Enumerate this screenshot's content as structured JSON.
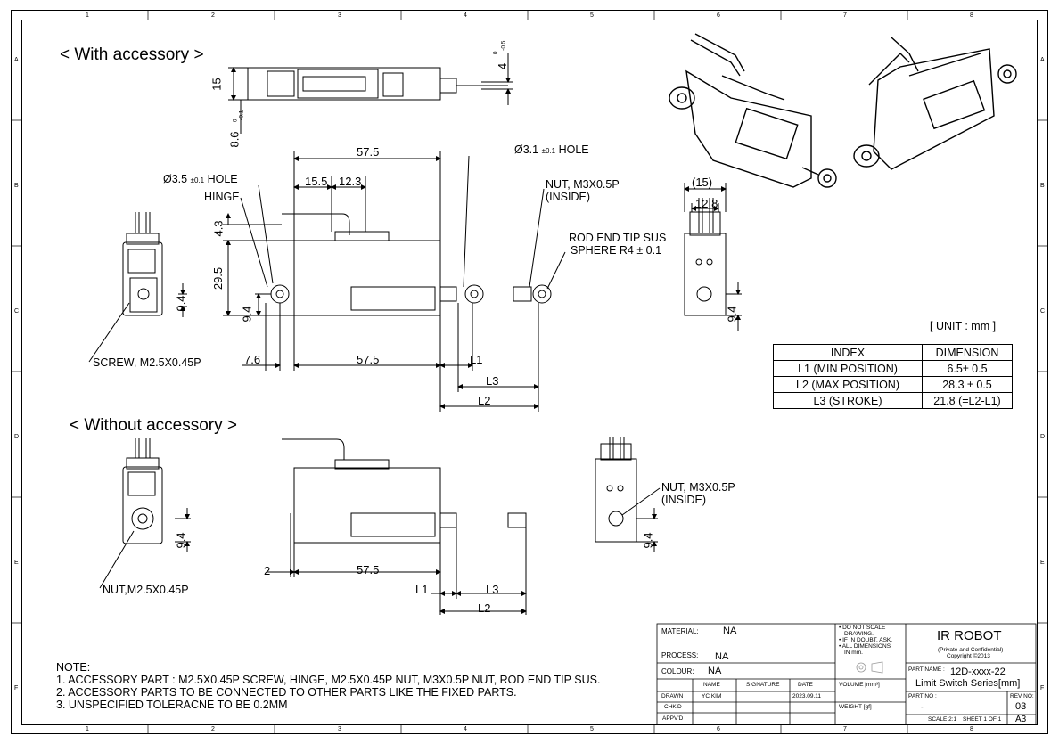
{
  "zones": {
    "columns": [
      "1",
      "2",
      "3",
      "4",
      "5",
      "6",
      "7",
      "8"
    ],
    "rows": [
      "A",
      "B",
      "C",
      "D",
      "E",
      "F"
    ]
  },
  "sections": {
    "with_accessory": "< With accessory >",
    "without_accessory": "< Without accessory >"
  },
  "dimensions": {
    "d15_top": "15",
    "d8_6": "8.6",
    "d8_6_tol_upper": "0",
    "d8_6_tol_lower": "-0.1",
    "d4": "4",
    "d4_tol_upper": "0",
    "d4_tol_lower": "-0.5",
    "d57_5_top": "57.5",
    "d15_5": "15.5",
    "d12_3": "12.3",
    "d4_3": "4.3",
    "d29_5": "29.5",
    "d9_4_side": "9.4",
    "d9_4_front": "9.4",
    "d7_6": "7.6",
    "d57_5_bottom": "57.5",
    "l1": "L1",
    "l3": "L3",
    "l2": "L2",
    "d15_right": "(15)",
    "d12_8": "12.8",
    "d9_4_right": "9.4",
    "d9_4_front_b": "9.4",
    "d2": "2",
    "d57_5_b": "57.5",
    "l1_b": "L1",
    "l3_b": "L3",
    "l2_b": "L2",
    "d9_4_right_b": "9.4"
  },
  "callouts": {
    "hole_3_5": "Ø3.5",
    "hole_3_5_tol": "±0.1",
    "hole_3_5_suffix": "HOLE",
    "hinge": "HINGE",
    "hole_3_1": "Ø3.1",
    "hole_3_1_tol": "±0.1",
    "hole_3_1_suffix": "HOLE",
    "nut_m3_line1": "NUT, M3X0.5P",
    "nut_m3_line2": "(INSIDE)",
    "rod_end_line1": "ROD END TIP SUS",
    "rod_end_line2": "SPHERE R4 ± 0.1",
    "screw": "SCREW, M2.5X0.45P",
    "nut_m2_5": "NUT,M2.5X0.45P",
    "nut_m3_b_line1": "NUT, M3X0.5P",
    "nut_m3_b_line2": "(INSIDE)"
  },
  "unit_label": "[ UNIT : mm ]",
  "dimension_table": {
    "headers": [
      "INDEX",
      "DIMENSION"
    ],
    "rows": [
      [
        "L1 (MIN POSITION)",
        "6.5± 0.5"
      ],
      [
        "L2 (MAX POSITION)",
        "28.3 ± 0.5"
      ],
      [
        "L3 (STROKE)",
        "21.8 (=L2-L1)"
      ]
    ]
  },
  "notes": {
    "title": "NOTE:",
    "lines": [
      "1. ACCESSORY PART :  M2.5X0.45P SCREW, HINGE, M2.5X0.45P NUT, M3X0.5P NUT, ROD END TIP SUS.",
      "2. ACCESSORY PARTS TO BE CONNECTED TO OTHER PARTS LIKE THE  FIXED PARTS.",
      "3. UNSPECIFIED TOLERACNE TO BE 0.2MM"
    ]
  },
  "title_block": {
    "material_label": "MATERIAL:",
    "material_value": "NA",
    "process_label": "PROCESS:",
    "process_value": "NA",
    "colour_label": "COLOUR:",
    "colour_value": "NA",
    "scale_notes": [
      "• DO NOT SCALE",
      "DRAWING.",
      "• IF IN DOUBT, ASK.",
      "• ALL DIMENSIONS",
      "IN mm."
    ],
    "headers": [
      "NAME",
      "SIGNATURE",
      "DATE"
    ],
    "drawn_label": "DRAWN",
    "drawn_name": "YC KIM",
    "drawn_date": "2023.09.11",
    "chkd_label": "CHK'D",
    "appvd_label": "APPV'D",
    "volume_label": "VOLUME [mm³] :",
    "weight_label": "WEIGHT [gf] :",
    "company": "IR ROBOT",
    "confidential": "(Private and Confidential)",
    "copyright": "Copyright ©2013",
    "part_name_label": "PART NAME :",
    "part_name_1": "12D-xxxx-22",
    "part_name_2": "Limit Switch Series[mm]",
    "part_no_label": "PART NO :",
    "part_no_value": "-",
    "rev_label": "REV NO:",
    "rev_value": "03",
    "scale": "SCALE  2:1",
    "sheet": "SHEET 1 OF 1",
    "size": "A3"
  }
}
